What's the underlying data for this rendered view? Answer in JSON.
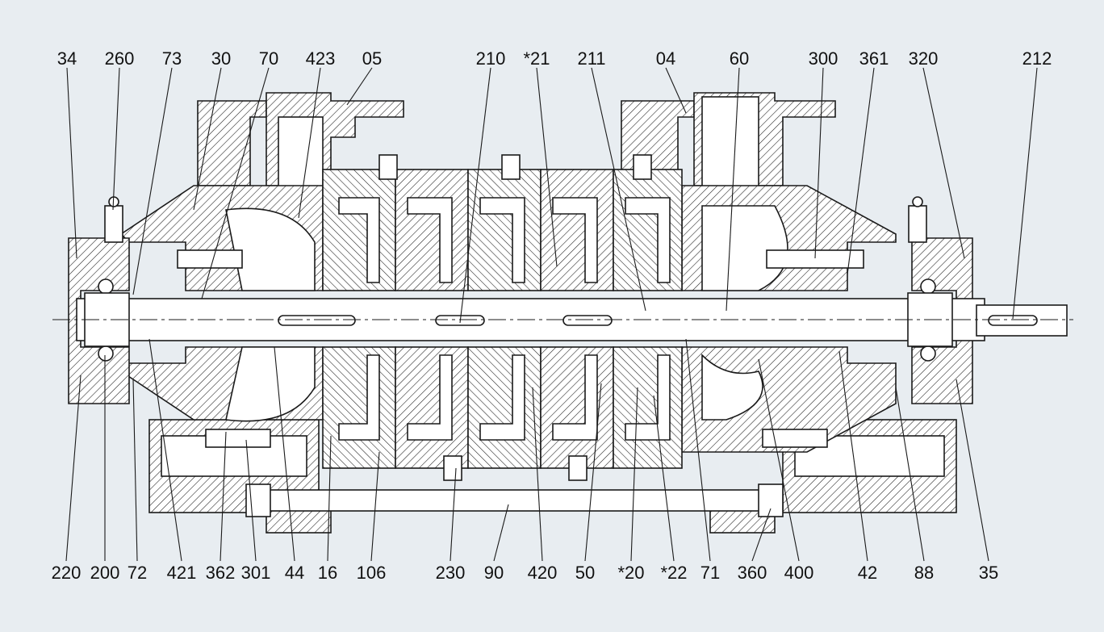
{
  "colors": {
    "background": "#e8edf1",
    "line": "#1a1a1a",
    "fill": "#ffffff"
  },
  "callouts_top": [
    "34",
    "260",
    "73",
    "30",
    "70",
    "423",
    "05",
    "210",
    "*21",
    "211",
    "04",
    "60",
    "300",
    "361",
    "320",
    "212"
  ],
  "callouts_bottom": [
    "220",
    "200",
    "72",
    "421",
    "362",
    "301",
    "44",
    "16",
    "106",
    "230",
    "90",
    "420",
    "50",
    "*20",
    "*22",
    "71",
    "360",
    "400",
    "42",
    "88",
    "35"
  ]
}
